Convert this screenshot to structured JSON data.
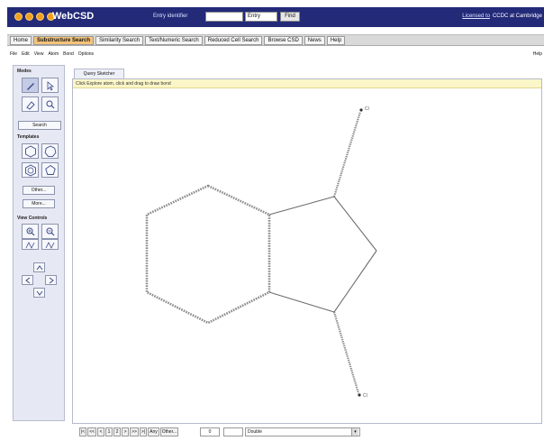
{
  "header": {
    "brand": "WebCSD",
    "entry_label": "Entry identifier",
    "entry_select": "Entry",
    "find_label": "Find",
    "licensed_label": "Licensed to",
    "org": "CCDC at Cambridge",
    "bar_color": "#232a78"
  },
  "nav": {
    "tabs": [
      {
        "label": "Home",
        "active": false
      },
      {
        "label": "Substructure Search",
        "active": true
      },
      {
        "label": "Similarity Search",
        "active": false
      },
      {
        "label": "Text/Numeric Search",
        "active": false
      },
      {
        "label": "Reduced Cell Search",
        "active": false
      },
      {
        "label": "Browse CSD",
        "active": false
      },
      {
        "label": "News",
        "active": false
      },
      {
        "label": "Help",
        "active": false
      }
    ],
    "active_color": "#f4c37a"
  },
  "menu": {
    "items": [
      "File",
      "Edit",
      "View",
      "Atom",
      "Bond",
      "Options"
    ],
    "help": "Help"
  },
  "tools": {
    "modes_title": "Modes",
    "search_label": "Search",
    "templates_title": "Templates",
    "other_label": "Other...",
    "more_label": "More...",
    "view_controls_title": "View Controls",
    "mode_icons": [
      "pencil-icon",
      "select-arrow-icon",
      "eraser-icon",
      "magnify-icon"
    ],
    "template_icons": [
      "hexagon-icon",
      "cycloheptane-icon",
      "benzene-icon",
      "ring-icon"
    ],
    "view_icons": [
      "zoom-in-icon",
      "zoom-out-icon",
      "fit-icon",
      "reset-view-icon"
    ],
    "pan_icons": [
      "pan-up-icon",
      "pan-left-icon",
      "pan-right-icon",
      "pan-down-icon"
    ]
  },
  "canvas": {
    "tab_label": "Query Sketcher",
    "hint": "Click Explore atom, click and drag to draw bond",
    "atom_label": "Cl"
  },
  "pager": {
    "buttons": [
      "|<",
      "<<",
      "<",
      "1",
      "2",
      ">",
      ">>",
      ">|",
      "Any",
      "Other..."
    ],
    "value": "0",
    "select": "Double"
  }
}
